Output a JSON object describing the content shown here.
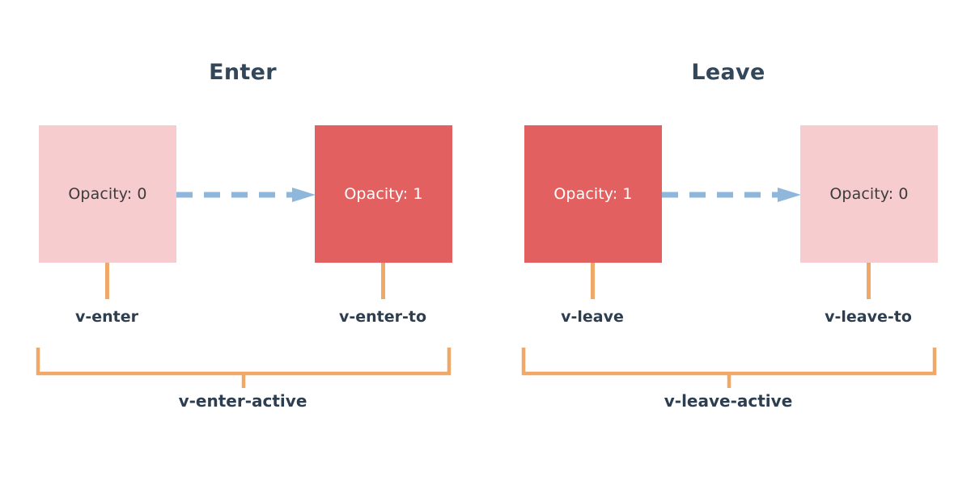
{
  "diagram": {
    "background": "#ffffff",
    "colors": {
      "title_navy": "#33475b",
      "label_navy": "#2d3e50",
      "box_faded": "#f6ccce",
      "box_solid": "#e2605f",
      "arrow_blue": "#8fb7dc",
      "bracket_orange": "#f0a868"
    },
    "panels": [
      {
        "id": "enter",
        "title": "Enter",
        "start_box": {
          "label": "Opacity: 0",
          "state": "faded",
          "class_tag": "v-enter"
        },
        "end_box": {
          "label": "Opacity: 1",
          "state": "solid",
          "class_tag": "v-enter-to"
        },
        "arrow": {
          "style": "dashed",
          "dash_count": 5,
          "direction": "right",
          "icon": "dashed-arrow-right-icon"
        },
        "active_class": "v-enter-active"
      },
      {
        "id": "leave",
        "title": "Leave",
        "start_box": {
          "label": "Opacity: 1",
          "state": "solid",
          "class_tag": "v-leave"
        },
        "end_box": {
          "label": "Opacity: 0",
          "state": "faded",
          "class_tag": "v-leave-to"
        },
        "arrow": {
          "style": "dashed",
          "dash_count": 5,
          "direction": "right",
          "icon": "dashed-arrow-right-icon"
        },
        "active_class": "v-leave-active"
      }
    ]
  }
}
